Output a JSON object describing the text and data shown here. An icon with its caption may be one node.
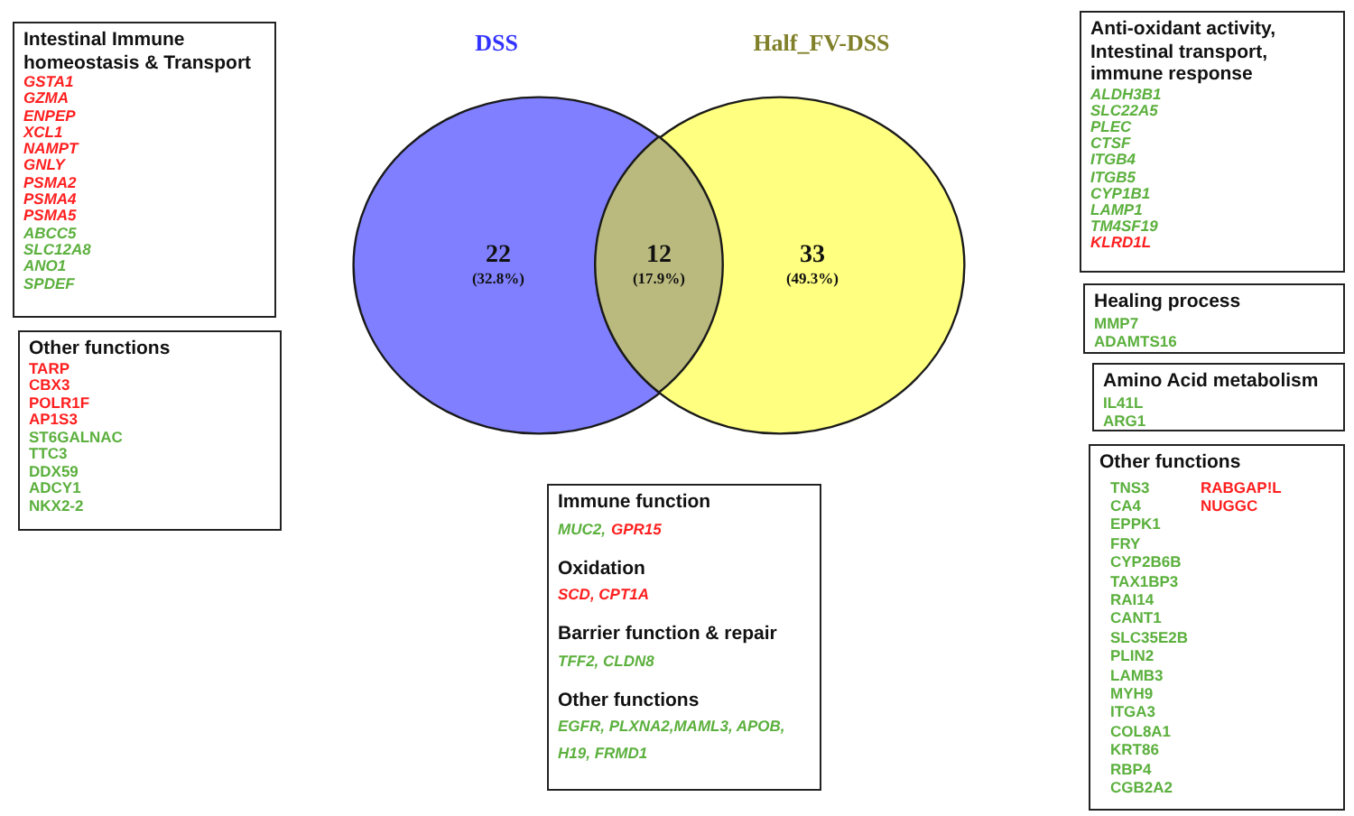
{
  "diagram": {
    "nodes": [
      {
        "text": [
          "Intestinal Immune homeostasis & Transport",
          "GSTA1",
          "GZMA",
          "ENPEP",
          "XCL1",
          "NAMPT",
          "GNLY",
          "PSMA2",
          "PSMA4",
          "PSMA5",
          "ABCC5",
          "SLC12A8",
          "ANO1",
          "SPDEF"
        ]
      },
      {
        "text": [
          "Other functions",
          "TARP",
          "CBX3",
          "POLR1F",
          "AP1S3",
          "ST6GALNAC",
          "TTC3",
          "DDX59",
          "ADCY1",
          "NKX2-2"
        ]
      },
      {
        "text": [
          "DSS",
          "22",
          "(32.8%)"
        ]
      },
      {
        "text": [
          "Half_FV-DSS",
          "33",
          "(49.3%)"
        ]
      },
      {
        "text": [
          "12",
          "(17.9%)"
        ]
      },
      {
        "text": [
          "Anti-oxidant activity, Intestinal transport, immune response",
          "ALDH3B1",
          "SLC22A5",
          "PLEC",
          "CTSF",
          "ITGB4",
          "ITGB5",
          "CYP1B1",
          "LAMP1",
          "TM4SF19",
          "KLRD1L"
        ]
      },
      {
        "text": [
          "Healing process",
          "MMP7",
          "ADAMTS16"
        ]
      },
      {
        "text": [
          "Amino Acid metabolism",
          "IL41L",
          "ARG1"
        ]
      },
      {
        "text": [
          "Other functions",
          "TNS3",
          "RABGAP!L",
          "CA4",
          "NUGGC",
          "EPPK1",
          "FRY",
          "CYP2B6B",
          "TAX1BP3",
          "RAI14",
          "CANT1",
          "SLC35E2B",
          "PLIN2",
          "LAMB3",
          "MYH9",
          "ITGA3",
          "COL8A1",
          "KRT86",
          "RBP4",
          "CGB2A2"
        ]
      },
      {
        "text": [
          "Immune function",
          "MUC2,",
          "GPR15",
          "Oxidation",
          "SCD, CPT1A",
          "Barrier function & repair",
          "TFF2, CLDN8",
          "Other functions",
          "EGFR, PLXNA2,MAML3, APOB, H19, FRMD1"
        ]
      }
    ]
  }
}
